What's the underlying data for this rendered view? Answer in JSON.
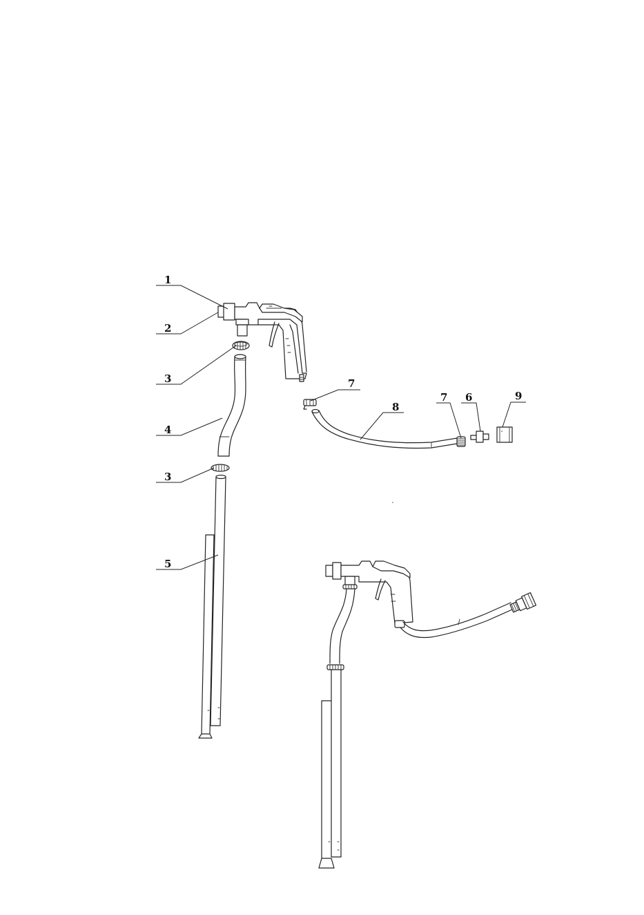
{
  "diagram": {
    "callouts": [
      {
        "id": "c1",
        "label": "1"
      },
      {
        "id": "c2",
        "label": "2"
      },
      {
        "id": "c3a",
        "label": "3"
      },
      {
        "id": "c4",
        "label": "4"
      },
      {
        "id": "c3b",
        "label": "3"
      },
      {
        "id": "c5",
        "label": "5"
      },
      {
        "id": "c7a",
        "label": "7"
      },
      {
        "id": "c8",
        "label": "8"
      },
      {
        "id": "c7b",
        "label": "7"
      },
      {
        "id": "c6",
        "label": "6"
      },
      {
        "id": "c9",
        "label": "9"
      }
    ]
  }
}
